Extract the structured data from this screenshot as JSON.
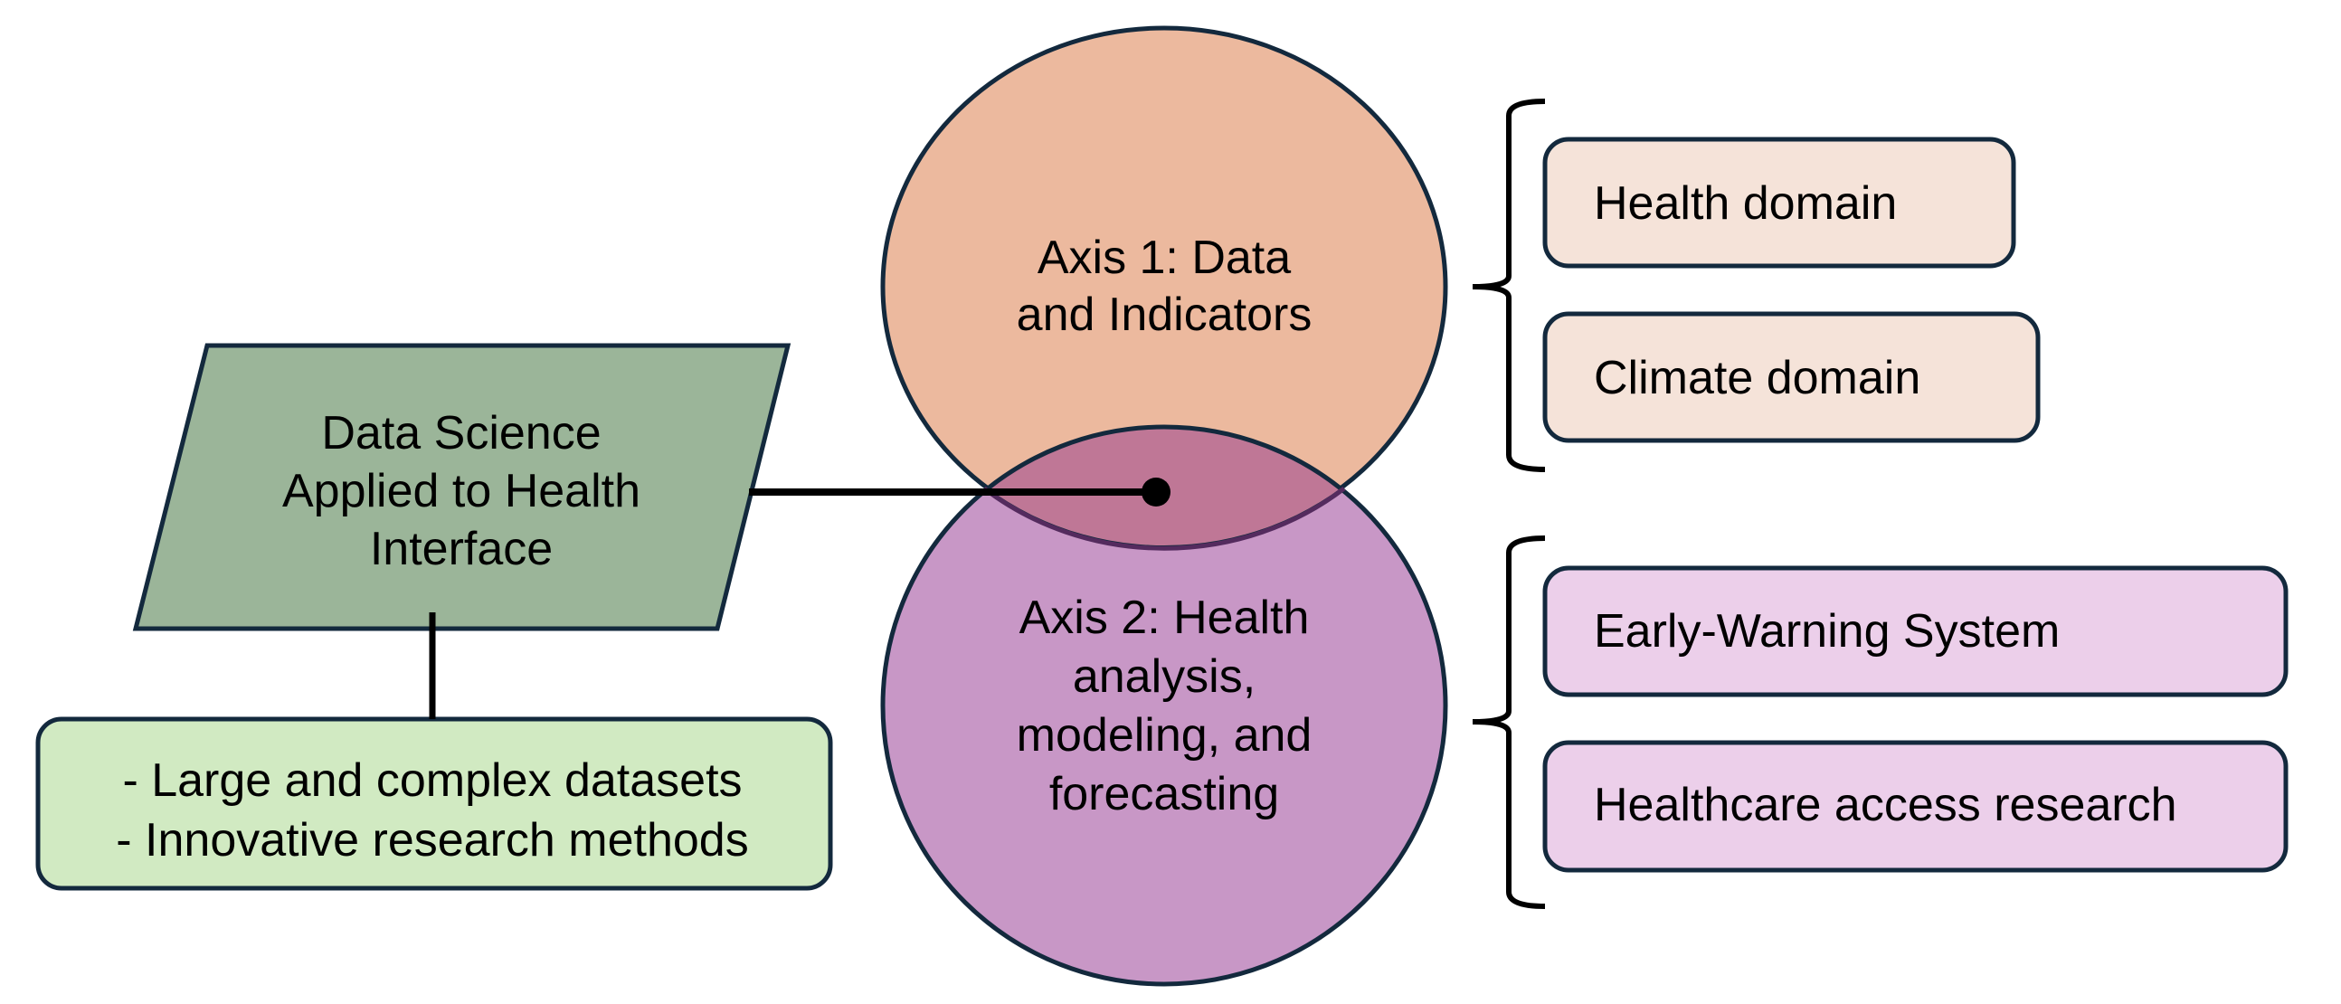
{
  "colors": {
    "outline": "#13293d",
    "axis1_fill": "#ecb99e",
    "axis2_fill": "#c897c6",
    "overlap_fill": "#bf7796",
    "overlap_arc": "#542b5e",
    "interface_fill": "#9bb599",
    "features_fill": "#d1eac2",
    "axis1_item_fill": "#f5e3d9",
    "axis2_item_fill": "#eccfea",
    "connector": "#000000"
  },
  "interface": {
    "lines": [
      "Data Science",
      "Applied to Health",
      "Interface"
    ]
  },
  "features": {
    "lines": [
      "- Large and complex datasets",
      "- Innovative research methods"
    ]
  },
  "axis1": {
    "lines": [
      "Axis 1: Data",
      "and Indicators"
    ],
    "items": [
      "Health domain",
      "Climate domain"
    ]
  },
  "axis2": {
    "lines": [
      "Axis 2: Health",
      "analysis,",
      "modeling, and",
      "forecasting"
    ],
    "items": [
      "Early-Warning System",
      "Healthcare access research"
    ]
  }
}
